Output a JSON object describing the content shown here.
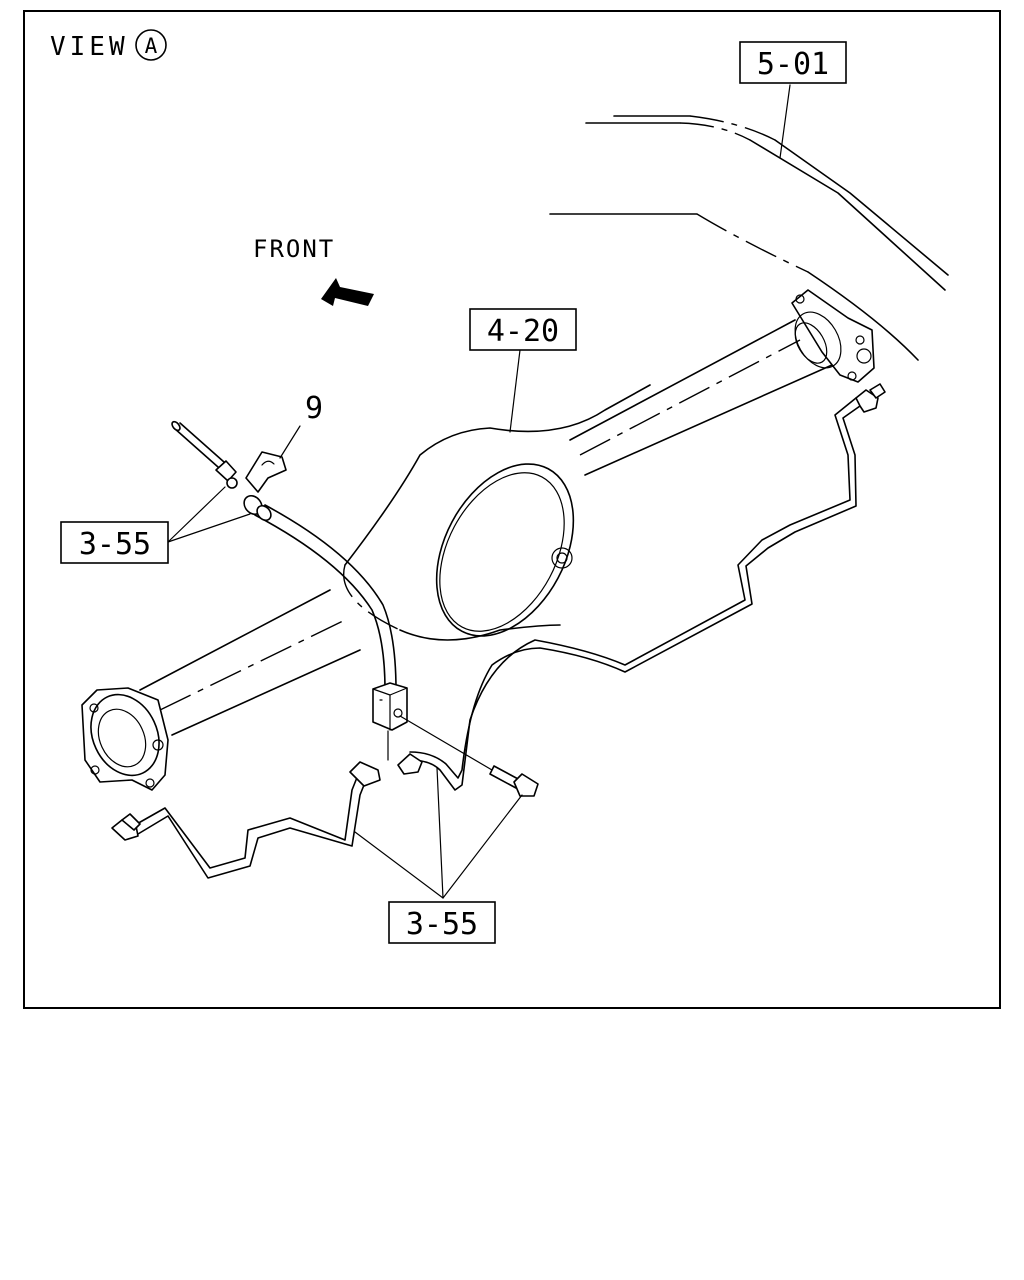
{
  "view_label": {
    "prefix": "VIEW",
    "letter": "A"
  },
  "direction_label": "FRONT",
  "callouts": {
    "frame_ref": "5-01",
    "axle_ref": "4-20",
    "clip_ref": "9",
    "pipe_ref_left": "3-55",
    "pipe_ref_bottom": "3-55"
  }
}
